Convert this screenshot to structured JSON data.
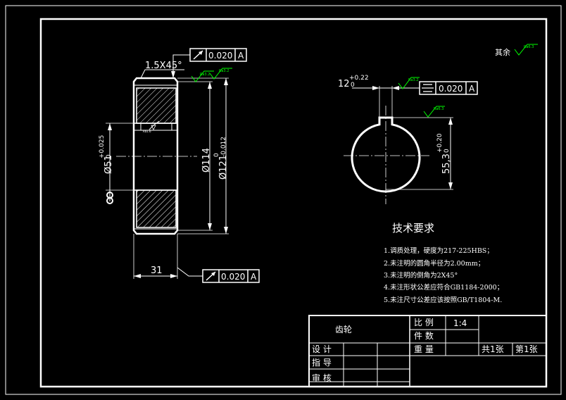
{
  "colors": {
    "background": "#000000",
    "line": "#ffffff",
    "roughness": "#00ff00",
    "centerline": "#ffffff"
  },
  "left_view": {
    "chamfer_label": "1.5X45°",
    "bore_diameter": "Ø51",
    "bore_tol_upper": "+0.025",
    "bore_tol_lower": "0",
    "hub_diameter": "Ø114",
    "outer_diameter": "Ø121",
    "outer_tol_upper": "0",
    "outer_tol_lower": "-0.012",
    "width": "31",
    "runout_top": {
      "value": "0.020",
      "datum": "A",
      "symbol": "runout-icon"
    },
    "runout_bottom": {
      "value": "0.020",
      "datum": "A",
      "symbol": "runout-icon"
    },
    "roughness_top_1": "Ra3.2",
    "roughness_top_2": "Ra3.2",
    "roughness_bore": "Ra1.6",
    "datum_label": "A"
  },
  "right_view": {
    "keyway_width": "12",
    "keyway_tol_upper": "+0.22",
    "keyway_tol_lower": "0",
    "depth": "55,3",
    "depth_tol_upper": "+0.20",
    "depth_tol_lower": "0",
    "symmetry": {
      "value": "0.020",
      "datum": "A",
      "symbol": "symmetry-icon"
    },
    "roughness_keyway": "Ra3.2",
    "roughness_keyway_bottom": "Ra6.3"
  },
  "rest_roughness": {
    "label": "其余",
    "value": "Ra6.3"
  },
  "notes": {
    "title": "技术要求",
    "items": [
      "1.调质处理，硬度为217-225HBS；",
      "2.未注明的圆角半径为2.00mm；",
      "3.未注明的倒角为2X45°",
      "4.未注形状公差应符合GB1184-2000；",
      "5.未注尺寸公差应该按照GB/T1804-M."
    ]
  },
  "title_block": {
    "part_name": "齿轮",
    "scale_label": "比  例",
    "scale_value": "1:4",
    "count_label": "件  数",
    "weight_label": "重  量",
    "total_sheets": "共1张",
    "sheet_no": "第1张",
    "design_label": "设  计",
    "drafting_label": "指  导",
    "review_label": "审  核"
  }
}
